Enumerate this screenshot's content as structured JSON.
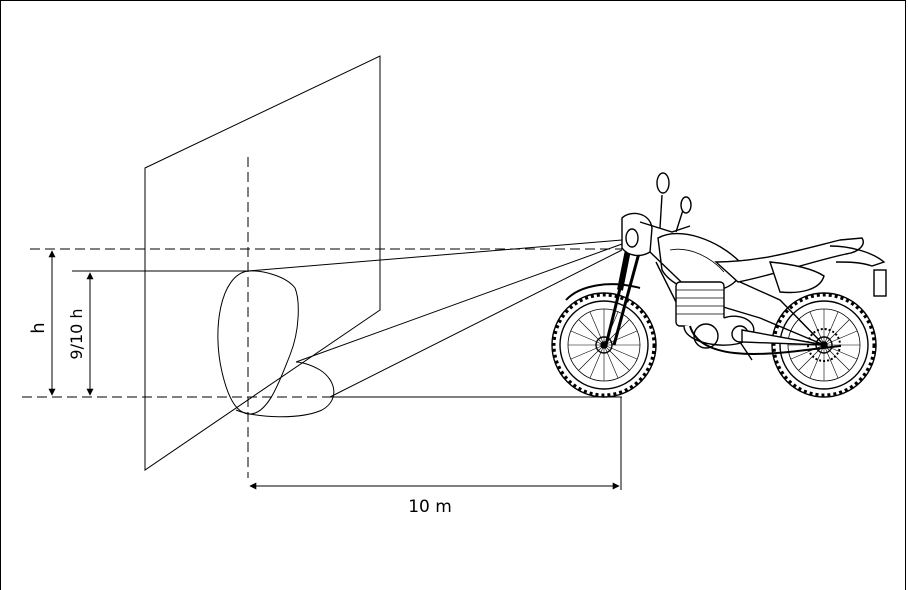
{
  "diagram": {
    "label_h": "h",
    "label_nine_tenths_h": "9/10 h",
    "label_distance": "10 m"
  }
}
